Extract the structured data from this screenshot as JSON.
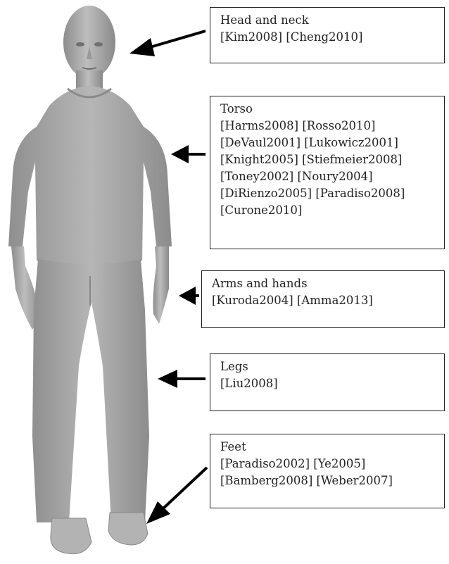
{
  "callouts": [
    {
      "id": "head",
      "title": "Head and neck",
      "refs": [
        "[Kim2008] [Cheng2010]"
      ]
    },
    {
      "id": "torso",
      "title": "Torso",
      "refs": [
        "[Harms2008] [Rosso2010]",
        "[DeVaul2001] [Lukowicz2001]",
        "[Knight2005] [Stiefmeier2008]",
        "[Toney2002] [Noury2004]",
        "[DiRienzo2005] [Paradiso2008]",
        "[Curone2010]"
      ]
    },
    {
      "id": "arms",
      "title": "Arms and hands",
      "refs": [
        "[Kuroda2004] [Amma2013]"
      ]
    },
    {
      "id": "legs",
      "title": "Legs",
      "refs": [
        "[Liu2008]"
      ]
    },
    {
      "id": "feet",
      "title": "Feet",
      "refs": [
        "[Paradiso2002] [Ye2005]",
        "[Bamberg2008] [Weber2007]"
      ]
    }
  ],
  "colors": {
    "figure": "#a9a9a9",
    "figure_shade": "#7e7e7e",
    "arrow": "#000000",
    "border": "#222222"
  }
}
